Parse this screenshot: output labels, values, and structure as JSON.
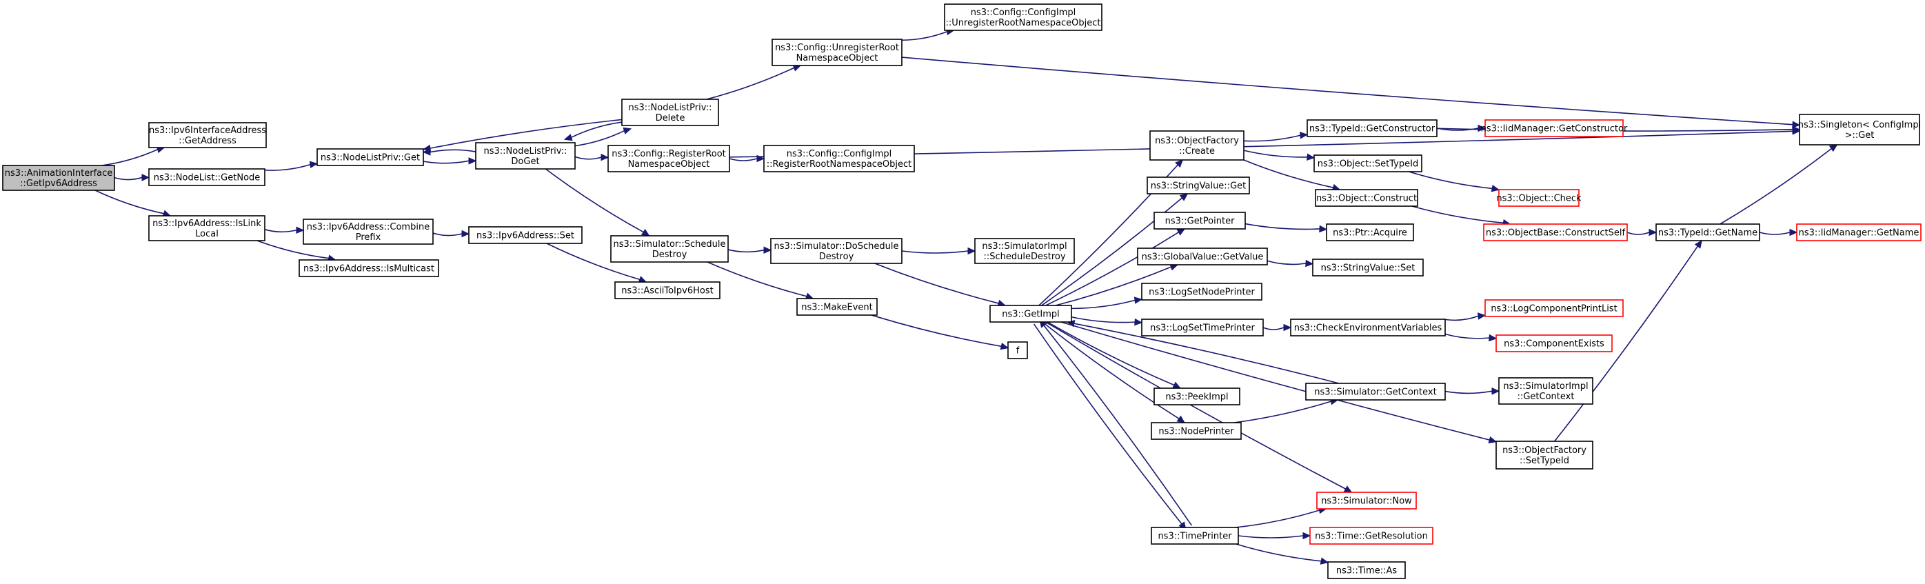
{
  "graph": {
    "colors": {
      "edge": "#191970",
      "node_border": "#000000",
      "truncated_border": "#ff0000",
      "root_fill": "#bfbfbf",
      "node_fill": "#ffffff"
    },
    "nodes": [
      {
        "id": "root",
        "lines": [
          "ns3::AnimationInterface",
          "::GetIpv6Address"
        ],
        "style": "root"
      },
      {
        "id": "ipv6ifaddr",
        "lines": [
          "ns3::Ipv6InterfaceAddress",
          "::GetAddress"
        ]
      },
      {
        "id": "nodelist_getnode",
        "lines": [
          "ns3::NodeList::GetNode"
        ]
      },
      {
        "id": "islinklocal",
        "lines": [
          "ns3::Ipv6Address::IsLink",
          "Local"
        ]
      },
      {
        "id": "nlp_get",
        "lines": [
          "ns3::NodeListPriv::Get"
        ]
      },
      {
        "id": "nlp_doget",
        "lines": [
          "ns3::NodeListPriv::",
          "DoGet"
        ]
      },
      {
        "id": "nlp_delete",
        "lines": [
          "ns3::NodeListPriv::",
          "Delete"
        ]
      },
      {
        "id": "cfg_unreg",
        "lines": [
          "ns3::Config::UnregisterRoot",
          "NamespaceObject"
        ]
      },
      {
        "id": "cfgimpl_unreg",
        "lines": [
          "ns3::Config::ConfigImpl",
          "::UnregisterRootNamespaceObject"
        ]
      },
      {
        "id": "cfg_reg",
        "lines": [
          "ns3::Config::RegisterRoot",
          "NamespaceObject"
        ]
      },
      {
        "id": "cfgimpl_reg",
        "lines": [
          "ns3::Config::ConfigImpl",
          "::RegisterRootNamespaceObject"
        ]
      },
      {
        "id": "combine",
        "lines": [
          "ns3::Ipv6Address::Combine",
          "Prefix"
        ]
      },
      {
        "id": "ismulticast",
        "lines": [
          "ns3::Ipv6Address::IsMulticast"
        ]
      },
      {
        "id": "addr_set",
        "lines": [
          "ns3::Ipv6Address::Set"
        ]
      },
      {
        "id": "ascii",
        "lines": [
          "ns3::AsciiToIpv6Host"
        ]
      },
      {
        "id": "sim_sched_destroy",
        "lines": [
          "ns3::Simulator::Schedule",
          "Destroy"
        ]
      },
      {
        "id": "sim_dosched",
        "lines": [
          "ns3::Simulator::DoSchedule",
          "Destroy"
        ]
      },
      {
        "id": "simimpl_sched",
        "lines": [
          "ns3::SimulatorImpl",
          "::ScheduleDestroy"
        ]
      },
      {
        "id": "makeevent",
        "lines": [
          "ns3::MakeEvent"
        ]
      },
      {
        "id": "getimpl",
        "lines": [
          "ns3::GetImpl"
        ]
      },
      {
        "id": "f",
        "lines": [
          "f"
        ]
      },
      {
        "id": "objfactory_create",
        "lines": [
          "ns3::ObjectFactory",
          "::Create"
        ]
      },
      {
        "id": "typeid_getctor",
        "lines": [
          "ns3::TypeId::GetConstructor"
        ]
      },
      {
        "id": "iidmgr_getctor",
        "lines": [
          "ns3::IidManager::GetConstructor"
        ],
        "style": "truncated"
      },
      {
        "id": "obj_settypeid",
        "lines": [
          "ns3::Object::SetTypeId"
        ]
      },
      {
        "id": "obj_check",
        "lines": [
          "ns3::Object::Check"
        ],
        "style": "truncated"
      },
      {
        "id": "obj_construct",
        "lines": [
          "ns3::Object::Construct"
        ]
      },
      {
        "id": "objbase_construct",
        "lines": [
          "ns3::ObjectBase::ConstructSelf"
        ],
        "style": "truncated"
      },
      {
        "id": "typeid_getname",
        "lines": [
          "ns3::TypeId::GetName"
        ]
      },
      {
        "id": "iidmgr_getname",
        "lines": [
          "ns3::IidManager::GetName"
        ],
        "style": "truncated"
      },
      {
        "id": "singleton",
        "lines": [
          "ns3::Singleton< ConfigImpl",
          " >::Get"
        ]
      },
      {
        "id": "stringvalue_get",
        "lines": [
          "ns3::StringValue::Get"
        ]
      },
      {
        "id": "getpointer",
        "lines": [
          "ns3::GetPointer"
        ]
      },
      {
        "id": "ptr_acquire",
        "lines": [
          "ns3::Ptr::Acquire"
        ]
      },
      {
        "id": "globalvalue",
        "lines": [
          "ns3::GlobalValue::GetValue"
        ]
      },
      {
        "id": "stringvalue_set",
        "lines": [
          "ns3::StringValue::Set"
        ]
      },
      {
        "id": "logsetnode",
        "lines": [
          "ns3::LogSetNodePrinter"
        ]
      },
      {
        "id": "logsettime",
        "lines": [
          "ns3::LogSetTimePrinter"
        ]
      },
      {
        "id": "checkenv",
        "lines": [
          "ns3::CheckEnvironmentVariables"
        ]
      },
      {
        "id": "logcomplist",
        "lines": [
          "ns3::LogComponentPrintList"
        ],
        "style": "truncated"
      },
      {
        "id": "compexists",
        "lines": [
          "ns3::ComponentExists"
        ],
        "style": "truncated"
      },
      {
        "id": "peekimpl",
        "lines": [
          "ns3::PeekImpl"
        ]
      },
      {
        "id": "sim_getcontext",
        "lines": [
          "ns3::Simulator::GetContext"
        ]
      },
      {
        "id": "simimpl_getcontext",
        "lines": [
          "ns3::SimulatorImpl",
          "::GetContext"
        ]
      },
      {
        "id": "nodeprinter",
        "lines": [
          "ns3::NodePrinter"
        ]
      },
      {
        "id": "objfactory_settypeid",
        "lines": [
          "ns3::ObjectFactory",
          "::SetTypeId"
        ]
      },
      {
        "id": "sim_now",
        "lines": [
          "ns3::Simulator::Now"
        ],
        "style": "truncated"
      },
      {
        "id": "timeprinter",
        "lines": [
          "ns3::TimePrinter"
        ]
      },
      {
        "id": "time_getres",
        "lines": [
          "ns3::Time::GetResolution"
        ],
        "style": "truncated"
      },
      {
        "id": "time_as",
        "lines": [
          "ns3::Time::As"
        ]
      }
    ],
    "edges": [
      [
        "root",
        "ipv6ifaddr"
      ],
      [
        "root",
        "nodelist_getnode"
      ],
      [
        "root",
        "islinklocal"
      ],
      [
        "nodelist_getnode",
        "nlp_get"
      ],
      [
        "nlp_get",
        "nlp_doget"
      ],
      [
        "nlp_doget",
        "nlp_get"
      ],
      [
        "nlp_doget",
        "nlp_delete"
      ],
      [
        "nlp_delete",
        "nlp_doget"
      ],
      [
        "nlp_delete",
        "nlp_get"
      ],
      [
        "nlp_delete",
        "cfg_unreg"
      ],
      [
        "cfg_unreg",
        "cfgimpl_unreg"
      ],
      [
        "cfg_unreg",
        "singleton"
      ],
      [
        "nlp_doget",
        "cfg_reg"
      ],
      [
        "cfg_reg",
        "cfgimpl_reg"
      ],
      [
        "cfg_reg",
        "singleton"
      ],
      [
        "nlp_doget",
        "sim_sched_destroy"
      ],
      [
        "islinklocal",
        "combine"
      ],
      [
        "islinklocal",
        "ismulticast"
      ],
      [
        "combine",
        "addr_set"
      ],
      [
        "addr_set",
        "ascii"
      ],
      [
        "sim_sched_destroy",
        "sim_dosched"
      ],
      [
        "sim_sched_destroy",
        "makeevent"
      ],
      [
        "sim_dosched",
        "simimpl_sched"
      ],
      [
        "sim_dosched",
        "getimpl"
      ],
      [
        "makeevent",
        "f"
      ],
      [
        "getimpl",
        "objfactory_create"
      ],
      [
        "getimpl",
        "stringvalue_get"
      ],
      [
        "getimpl",
        "getpointer"
      ],
      [
        "getimpl",
        "globalvalue"
      ],
      [
        "getimpl",
        "logsetnode"
      ],
      [
        "getimpl",
        "logsettime"
      ],
      [
        "getimpl",
        "peekimpl"
      ],
      [
        "getimpl",
        "nodeprinter"
      ],
      [
        "getimpl",
        "objfactory_settypeid"
      ],
      [
        "getimpl",
        "sim_now"
      ],
      [
        "getimpl",
        "timeprinter"
      ],
      [
        "objfactory_create",
        "typeid_getctor"
      ],
      [
        "objfactory_create",
        "obj_settypeid"
      ],
      [
        "objfactory_create",
        "obj_construct"
      ],
      [
        "typeid_getctor",
        "iidmgr_getctor"
      ],
      [
        "typeid_getctor",
        "singleton"
      ],
      [
        "obj_settypeid",
        "obj_check"
      ],
      [
        "obj_construct",
        "objbase_construct"
      ],
      [
        "objbase_construct",
        "typeid_getname"
      ],
      [
        "typeid_getname",
        "iidmgr_getname"
      ],
      [
        "typeid_getname",
        "singleton"
      ],
      [
        "getpointer",
        "ptr_acquire"
      ],
      [
        "globalvalue",
        "stringvalue_set"
      ],
      [
        "logsettime",
        "checkenv"
      ],
      [
        "checkenv",
        "logcomplist"
      ],
      [
        "checkenv",
        "compexists"
      ],
      [
        "sim_getcontext",
        "getimpl"
      ],
      [
        "sim_getcontext",
        "simimpl_getcontext"
      ],
      [
        "nodeprinter",
        "sim_getcontext"
      ],
      [
        "objfactory_settypeid",
        "typeid_getname"
      ],
      [
        "timeprinter",
        "getimpl"
      ],
      [
        "timeprinter",
        "sim_now"
      ],
      [
        "timeprinter",
        "time_getres"
      ],
      [
        "timeprinter",
        "time_as"
      ]
    ]
  }
}
